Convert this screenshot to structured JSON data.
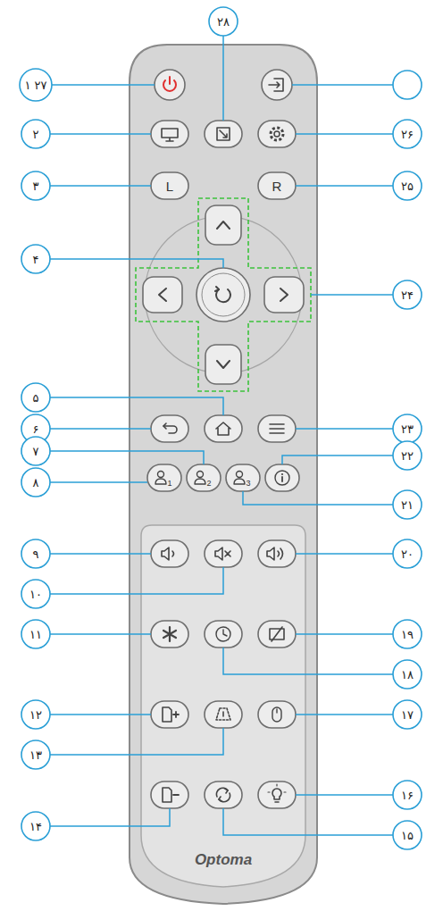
{
  "diagram": {
    "labels": [
      "۲۸",
      "۱ ۲۷",
      "۲",
      "۳",
      "۴",
      "۵",
      "۶",
      "۷",
      "۸",
      "۹",
      "۱۰",
      "۱۱",
      "۱۲",
      "۱۳",
      "۱۴",
      "۲۶",
      "۲۵",
      "۲۴",
      "۲۳",
      "۲۲",
      "۲۱",
      "۲۰",
      "۱۹",
      "۱۸",
      "۱۷",
      "۱۶",
      "۱۵",
      "L",
      "R",
      "1",
      "2",
      "3",
      "Optoma"
    ]
  }
}
